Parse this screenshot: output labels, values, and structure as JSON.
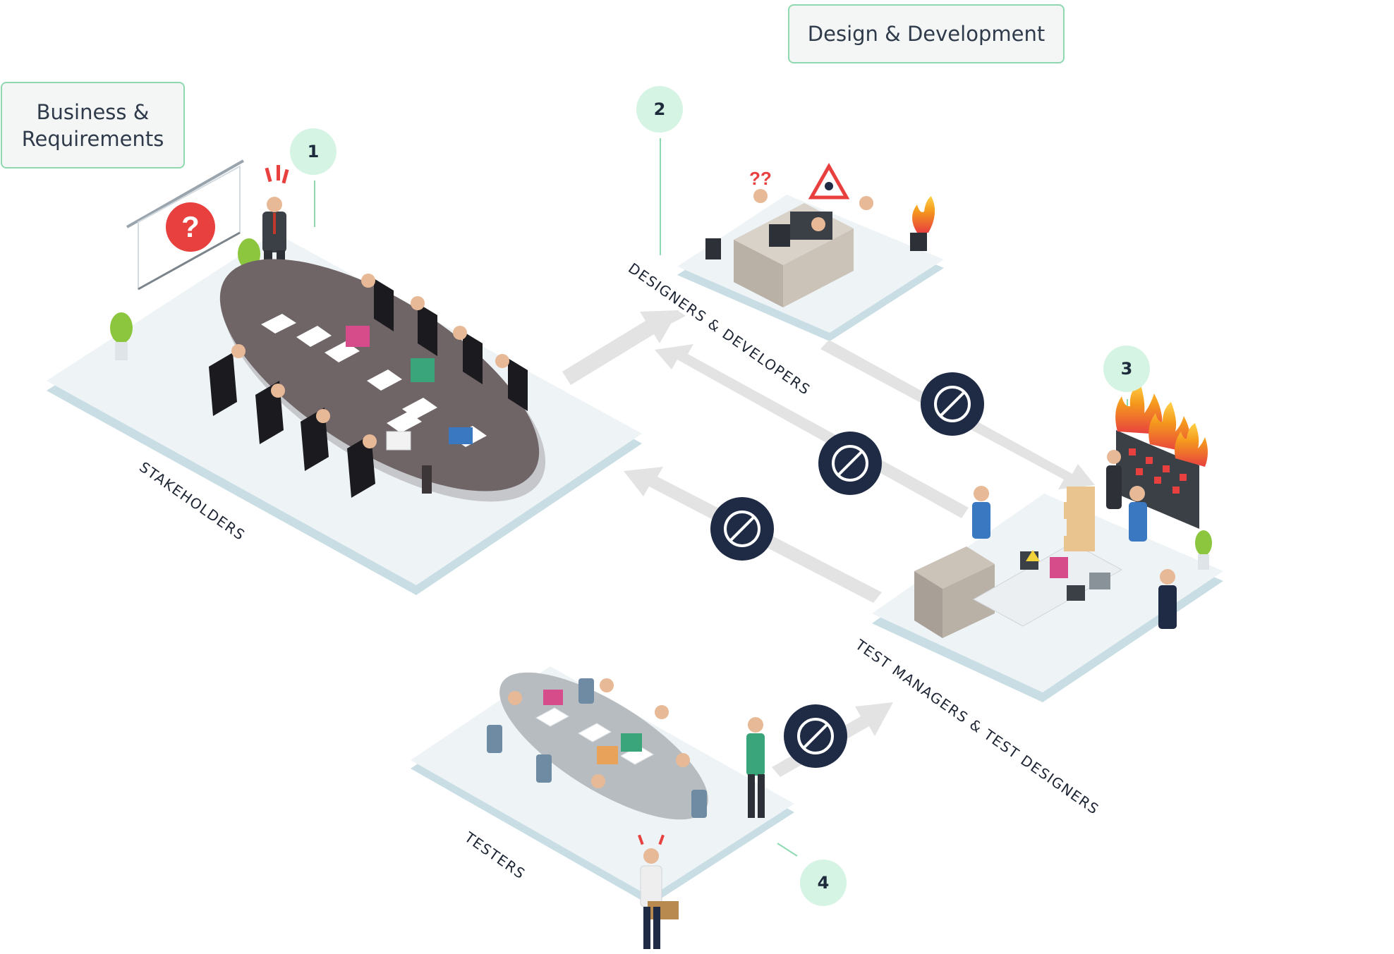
{
  "sections": {
    "business": "Business & Requirements",
    "design": "Design & Development"
  },
  "steps": [
    "1",
    "2",
    "3",
    "4"
  ],
  "zones": {
    "stakeholders": "STAKEHOLDERS",
    "designers": "DESIGNERS & DEVELOPERS",
    "test_managers": "TEST MANAGERS & TEST DESIGNERS",
    "testers": "TESTERS"
  },
  "flows": [
    {
      "from": "stakeholders",
      "to": "designers",
      "blocked": false
    },
    {
      "from": "test_managers",
      "to": "designers",
      "blocked": true
    },
    {
      "from": "designers",
      "to": "test_managers",
      "blocked": true
    },
    {
      "from": "test_managers",
      "to": "stakeholders",
      "blocked": true
    },
    {
      "from": "testers",
      "to": "test_managers",
      "blocked": true
    }
  ],
  "icons": [
    "question-mark-icon",
    "alert-exclamation-icon",
    "warning-triangle-icon",
    "fire-icon",
    "blocked-icon"
  ],
  "colors": {
    "platform": "#eef3f6",
    "platform_edge": "#c8dde4",
    "badge": "#d5f4e3",
    "box_border": "#8fd9b0",
    "blocked_circle": "#1f2a44",
    "arrow": "#e3e3e3",
    "alert": "#e8403e",
    "fire": "#f59a1d"
  }
}
